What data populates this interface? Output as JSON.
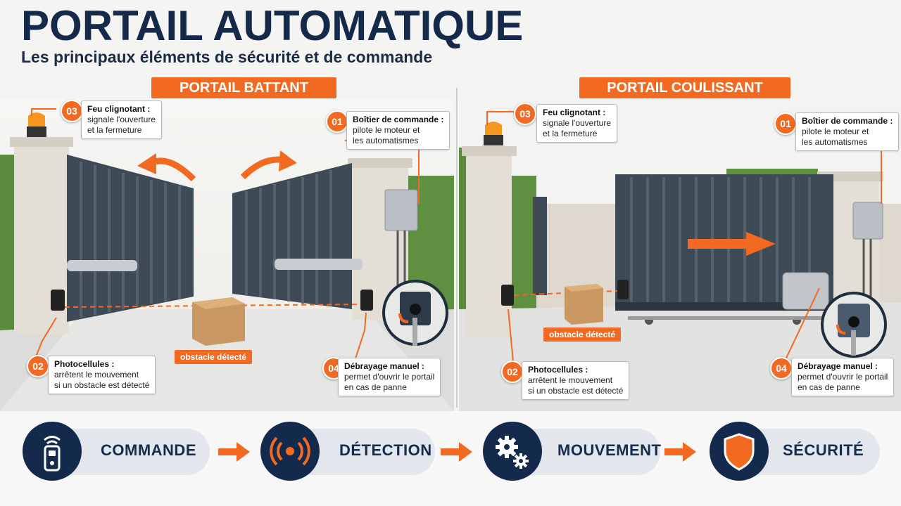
{
  "header": {
    "title": "PORTAIL AUTOMATIQUE",
    "subtitle": "Les principaux éléments de sécurité et de commande"
  },
  "sections": {
    "left": {
      "label": "PORTAIL BATTANT",
      "obstacle": "obstacle détecté",
      "callouts": [
        {
          "num": "03",
          "title": "Feu clignotant :",
          "line1": "signale l'ouverture",
          "line2": "et la fermeture"
        },
        {
          "num": "01",
          "title": "Boîtier de commande :",
          "line1": "pilote le moteur et",
          "line2": "les automatismes"
        },
        {
          "num": "02",
          "title": "Photocellules :",
          "line1": "arrêtent le mouvement",
          "line2": "si un obstacle est détecté"
        },
        {
          "num": "04",
          "title": "Débrayage manuel :",
          "line1": "permet d'ouvrir le portail",
          "line2": "en cas de panne"
        }
      ]
    },
    "right": {
      "label": "PORTAIL COULISSANT",
      "obstacle": "obstacle détecté",
      "callouts": [
        {
          "num": "03",
          "title": "Feu clignotant :",
          "line1": "signale l'ouverture",
          "line2": "et la fermeture"
        },
        {
          "num": "01",
          "title": "Boîtier de commande :",
          "line1": "pilote le moteur et",
          "line2": "les automatismes"
        },
        {
          "num": "02",
          "title": "Photocellules :",
          "line1": "arrêtent le mouvement",
          "line2": "si un obstacle est détecté"
        },
        {
          "num": "04",
          "title": "Débrayage manuel :",
          "line1": "permet d'ouvrir le portail",
          "line2": "en cas de panne"
        }
      ]
    }
  },
  "steps": [
    {
      "label": "COMMANDE",
      "icon": "remote-control-icon"
    },
    {
      "label": "DÉTECTION",
      "icon": "signal-waves-icon"
    },
    {
      "label": "MOUVEMENT",
      "icon": "gears-icon"
    },
    {
      "label": "SÉCURITÉ",
      "icon": "shield-icon"
    }
  ],
  "colors": {
    "accent": "#f26a21",
    "navy": "#132a4c",
    "gate": "#3f4a57"
  }
}
